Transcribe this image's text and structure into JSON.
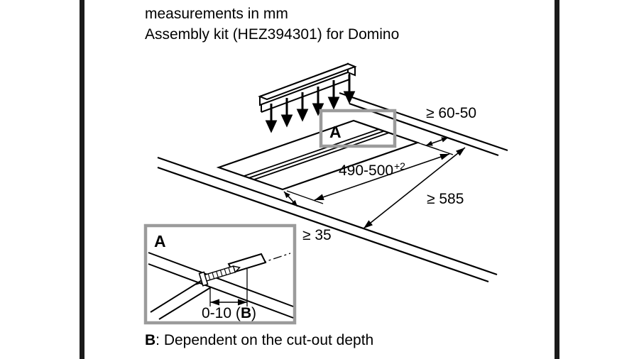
{
  "header": {
    "line1": "measurements in mm",
    "line2": "Assembly kit (HEZ394301) for Domino"
  },
  "diagram": {
    "callout_label": "A",
    "dims": {
      "back_clearance": "≥ 60-50",
      "cutout_depth": "490-500",
      "cutout_depth_tolerance": "+2",
      "worktop_depth": "≥ 585",
      "front_clearance": "≥ 35"
    }
  },
  "inset": {
    "label": "A",
    "dim_prefix": "0-10 (",
    "dim_bold": "B",
    "dim_suffix": ")"
  },
  "footnote": {
    "label": "B",
    "text": ": Dependent on the cut-out depth"
  },
  "colors": {
    "line_art": "#000000",
    "callout_frame": "#9b9b9b",
    "frame_bar": "#1b1b1b",
    "background": "#ffffff"
  }
}
